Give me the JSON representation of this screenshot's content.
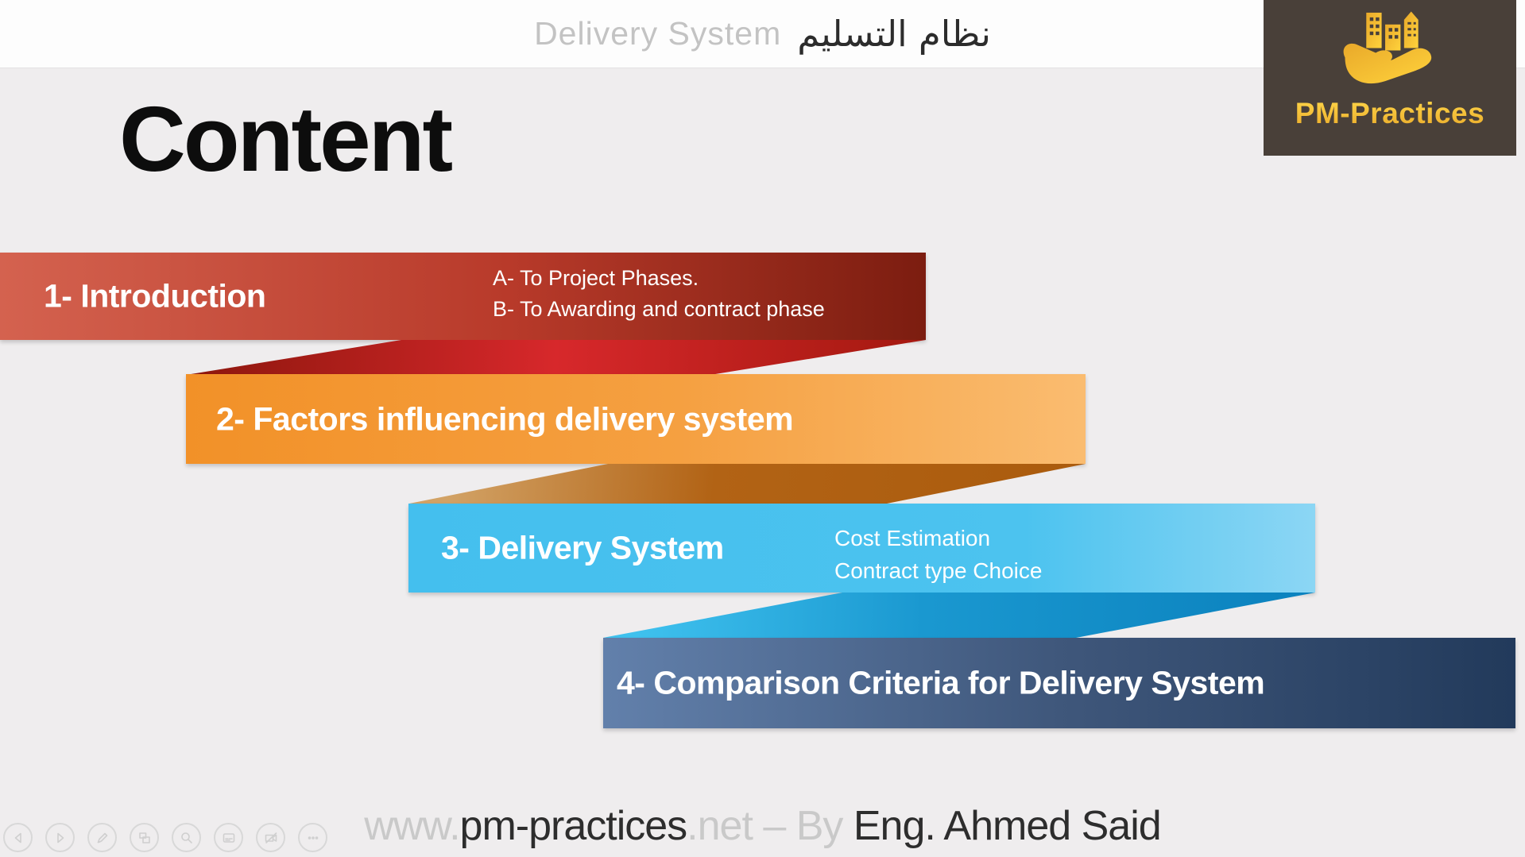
{
  "header": {
    "title_en": "Delivery System",
    "title_ar": "نظام التسليم"
  },
  "logo": {
    "label": "PM-Practices",
    "icon": "hand-holding-buildings-icon",
    "background": "#494039",
    "gold": "#f3c125"
  },
  "slide": {
    "title": "Content"
  },
  "banners": [
    {
      "label": "1- Introduction",
      "notes": [
        "A- To Project Phases.",
        "B- To Awarding and contract phase"
      ],
      "color_left": "#d4624f",
      "color_right": "#7c1d10"
    },
    {
      "label": "2- Factors influencing delivery system",
      "notes": [],
      "color_left": "#f29128",
      "color_right": "#fabc70"
    },
    {
      "label": "3- Delivery System",
      "notes": [
        "Cost Estimation",
        "Contract  type Choice"
      ],
      "color_left": "#44bfee",
      "color_right": "#8cd6f4"
    },
    {
      "label": "4- Comparison Criteria for Delivery System",
      "notes": [],
      "color_left": "#6280ab",
      "color_right": "#223a5b"
    }
  ],
  "footer": {
    "prefix": "www.",
    "domain": "pm-practices",
    "tld": ".net",
    "separator": " – By ",
    "author": "Eng. Ahmed Said"
  },
  "toolbar": {
    "icons": [
      "previous",
      "next",
      "pen",
      "see-all-slides",
      "zoom",
      "captions",
      "camera",
      "more-options"
    ]
  },
  "colors": {
    "background": "#efedee",
    "header_bar": "#fdfdfd",
    "header_text_gray": "#c3c3c3",
    "footer_gray": "#c9c9c9",
    "footer_dark": "#2d2d2d",
    "title_black": "#0d0d0d"
  }
}
